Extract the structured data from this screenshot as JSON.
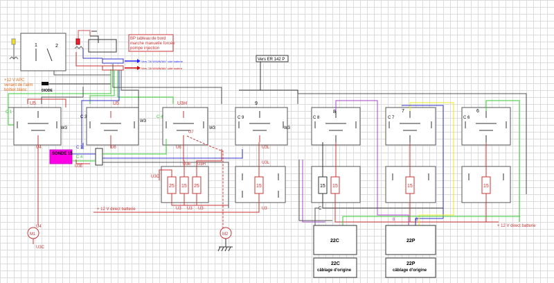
{
  "labels": {
    "bp_line1": "BP tableau de bord",
    "bp_line2": "marche manuelle forcée",
    "bp_line3": "pompe injection",
    "apc_line1": "+12 V APC",
    "apc_line2": "venant de l'alim",
    "apc_line3": "boîtier blanc",
    "diode": "DIODE",
    "note_blue": "Vers \"26 W/WW/Wx\" côté batterie",
    "note_red": "Vers \"26 W/WW/Wx\" côté moteur",
    "vers_er": "Vers ER 142 P",
    "sonde": "SONDE 15",
    "batt_left": "+ 12 V  direct batterie",
    "batt_right": "+ 12 V  direct batterie",
    "m1": "M1",
    "m2": "M2",
    "box22c": "22C",
    "box22p": "22P",
    "orig22c_1": "22C",
    "orig22c_2": "câblage d'origine",
    "orig22p_1": "22P",
    "orig22p_2": "câblage d'origine",
    "sw1": "1",
    "sw2": "2"
  },
  "relays": [
    {
      "name": "relay-1",
      "top": "U5",
      "side": "C 1",
      "right": "W3",
      "bottom": "U4"
    },
    {
      "name": "relay-3",
      "top": "U5",
      "side": "C 3",
      "right": "W3",
      "bottom": "U6"
    },
    {
      "name": "relay-4",
      "top": "U3H",
      "side": "C 4",
      "right": "W3",
      "bottom": "U6",
      "extra": "U7"
    },
    {
      "name": "relay-9",
      "top": "9",
      "side": "C 9",
      "right": "W3",
      "bottom": "U3L"
    },
    {
      "name": "relay-8",
      "top": "8",
      "side": "C 8"
    },
    {
      "name": "relay-7",
      "top": "7",
      "side": "C 7"
    },
    {
      "name": "relay-6",
      "top": "6",
      "side": "C 6"
    }
  ],
  "fuses": {
    "left": [
      "25",
      "15",
      "25"
    ],
    "left_tops": [
      "U3E",
      "U3H"
    ],
    "left_side": "U3C",
    "left_bottoms": [
      "U3",
      "U3",
      "U3"
    ],
    "mid": "15",
    "mid_top": "U3L",
    "mid_bottom": "U3",
    "r1a": "15",
    "r1b": "15",
    "r2": "15",
    "r3": "15"
  },
  "wire_labels": {
    "c3_sonde": "C 3",
    "c4_sonde": "C 4",
    "u3e": "U3E",
    "u4_low": "U4",
    "u3c_low": "U3C",
    "c_right": "C",
    "n8": "8",
    "n6": "6"
  }
}
